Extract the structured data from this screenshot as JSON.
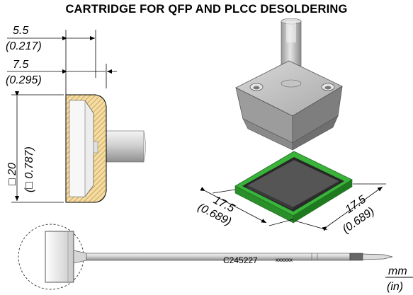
{
  "title": "CARTRIDGE FOR QFP AND PLCC DESOLDERING",
  "dimensions": {
    "height_mm": "5.5",
    "height_in": "(0.217)",
    "total_mm": "7.5",
    "total_in": "(0.295)",
    "square_mm": "□ 20",
    "square_in": "(□ 0.787)",
    "chip_left_mm": "17.5",
    "chip_left_in": "(0.689)",
    "chip_right_mm": "17.5",
    "chip_right_in": "(0.689)"
  },
  "cartridge": {
    "part_number": "C245227",
    "serial": "xxxxxx"
  },
  "units": {
    "top": "mm",
    "bottom": "(in)"
  },
  "colors": {
    "pcb_green": "#2fa32f",
    "chip_dark": "#4a4a4a",
    "hatch": "#c89a3c",
    "body_gray": "#b9b9b9"
  }
}
